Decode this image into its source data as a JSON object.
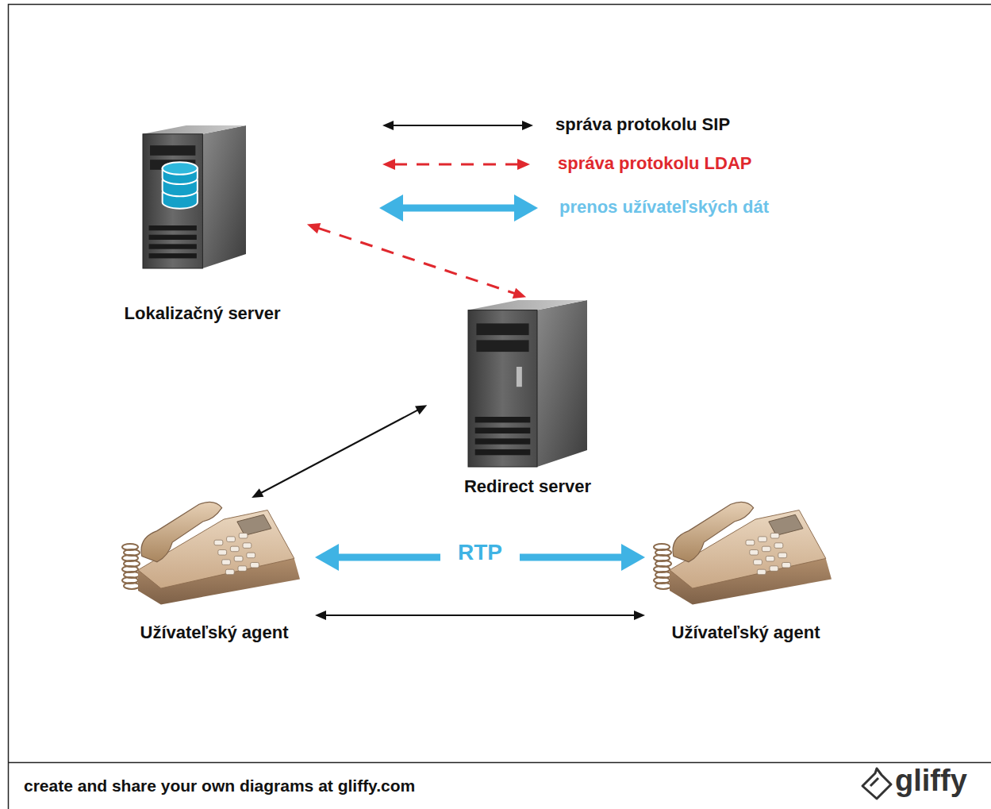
{
  "diagram": {
    "nodes": [
      {
        "text": [
          "Lokalizačný server"
        ]
      },
      {
        "text": [
          "Redirect server"
        ]
      },
      {
        "text": [
          "Užívateľský agent"
        ]
      },
      {
        "text": [
          "Užívateľský agent"
        ]
      }
    ],
    "edges": [
      {
        "from": 0,
        "to": 1,
        "arrow": "both"
      },
      {
        "from": 1,
        "to": 2,
        "arrow": "both"
      },
      {
        "from": 2,
        "to": 3,
        "arrow": "both",
        "label": "RTP"
      },
      {
        "from": 2,
        "to": 3,
        "arrow": "both"
      }
    ],
    "labels": [
      "create and share your own diagrams at gliffy.com",
      "gliffy"
    ],
    "legend": [
      {
        "text": "správa protokolu SIP"
      },
      {
        "text": "správa protokolu LDAP"
      },
      {
        "text": "prenos užívateľských dát"
      }
    ]
  }
}
